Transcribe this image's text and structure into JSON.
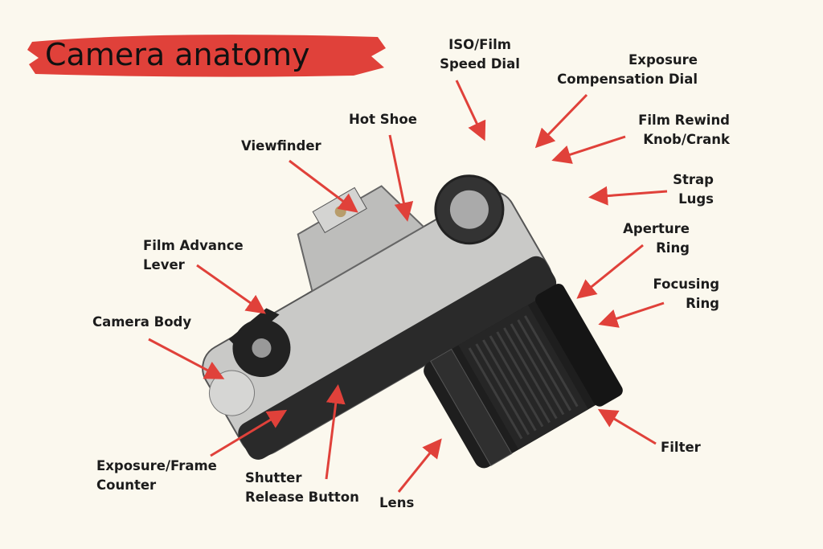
{
  "title": "Camera anatomy",
  "colors": {
    "accent": "#e0413a",
    "background": "#fbf8ee"
  },
  "labels": {
    "iso": [
      "ISO/Film",
      "Speed Dial"
    ],
    "exposure_comp": [
      "Exposure",
      "Compensation Dial"
    ],
    "rewind": [
      "Film Rewind",
      "Knob/Crank"
    ],
    "strap": [
      "Strap",
      "Lugs"
    ],
    "aperture": [
      "Aperture",
      "Ring"
    ],
    "focusing": [
      "Focusing",
      "Ring"
    ],
    "filter": "Filter",
    "lens": "Lens",
    "shutter": [
      "Shutter",
      "Release Button"
    ],
    "counter": [
      "Exposure/Frame",
      "Counter"
    ],
    "body": "Camera Body",
    "advance": [
      "Film Advance",
      "Lever"
    ],
    "viewfinder": "Viewfinder",
    "hotshoe": "Hot Shoe"
  }
}
